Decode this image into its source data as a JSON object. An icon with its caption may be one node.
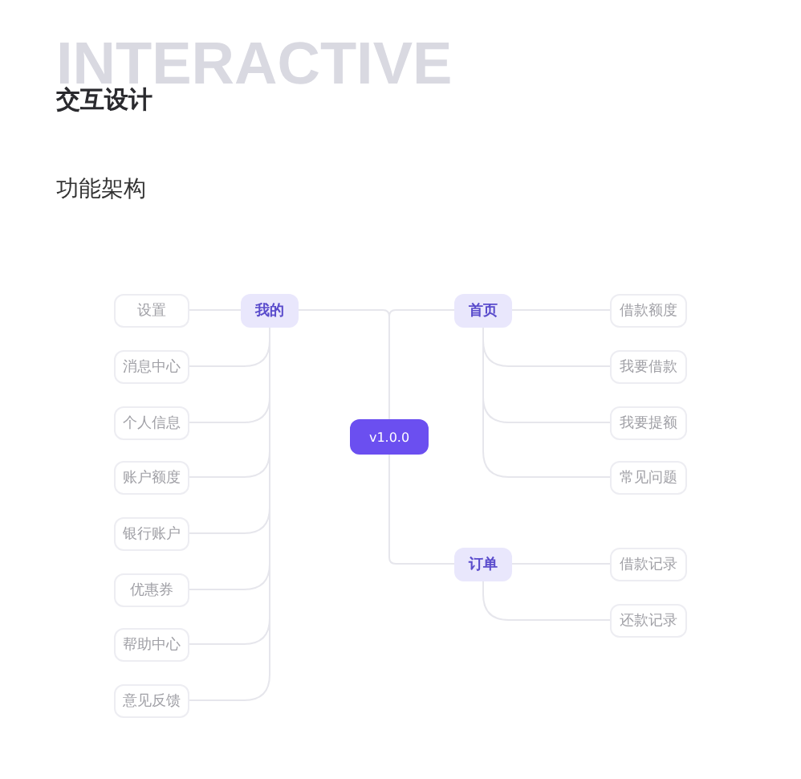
{
  "diagram": {
    "title": "交互设计",
    "nodes": [
      {
        "text": [
          "v1.0.0"
        ]
      },
      {
        "text": [
          "我的"
        ]
      },
      {
        "text": [
          "设置"
        ]
      },
      {
        "text": [
          "消息中心"
        ]
      },
      {
        "text": [
          "个人信息"
        ]
      },
      {
        "text": [
          "账户额度"
        ]
      },
      {
        "text": [
          "银行账户"
        ]
      },
      {
        "text": [
          "优惠券"
        ]
      },
      {
        "text": [
          "帮助中心"
        ]
      },
      {
        "text": [
          "意见反馈"
        ]
      },
      {
        "text": [
          "首页"
        ]
      },
      {
        "text": [
          "借款额度"
        ]
      },
      {
        "text": [
          "我要借款"
        ]
      },
      {
        "text": [
          "我要提额"
        ]
      },
      {
        "text": [
          "常见问题"
        ]
      },
      {
        "text": [
          "订单"
        ]
      },
      {
        "text": [
          "借款记录"
        ]
      },
      {
        "text": [
          "还款记录"
        ]
      }
    ],
    "edges": [
      {
        "from": 0,
        "to": 1,
        "arrow": "none"
      },
      {
        "from": 0,
        "to": 10,
        "arrow": "none"
      },
      {
        "from": 0,
        "to": 15,
        "arrow": "none"
      },
      {
        "from": 1,
        "to": 2,
        "arrow": "none"
      },
      {
        "from": 1,
        "to": 3,
        "arrow": "none"
      },
      {
        "from": 1,
        "to": 4,
        "arrow": "none"
      },
      {
        "from": 1,
        "to": 5,
        "arrow": "none"
      },
      {
        "from": 1,
        "to": 6,
        "arrow": "none"
      },
      {
        "from": 1,
        "to": 7,
        "arrow": "none"
      },
      {
        "from": 1,
        "to": 8,
        "arrow": "none"
      },
      {
        "from": 1,
        "to": 9,
        "arrow": "none"
      },
      {
        "from": 10,
        "to": 11,
        "arrow": "none"
      },
      {
        "from": 10,
        "to": 12,
        "arrow": "none"
      },
      {
        "from": 10,
        "to": 13,
        "arrow": "none"
      },
      {
        "from": 10,
        "to": 14,
        "arrow": "none"
      },
      {
        "from": 15,
        "to": 16,
        "arrow": "none"
      },
      {
        "from": 15,
        "to": 17,
        "arrow": "none"
      }
    ],
    "labels": [
      "INTERACTIVE",
      "功能架构"
    ]
  }
}
